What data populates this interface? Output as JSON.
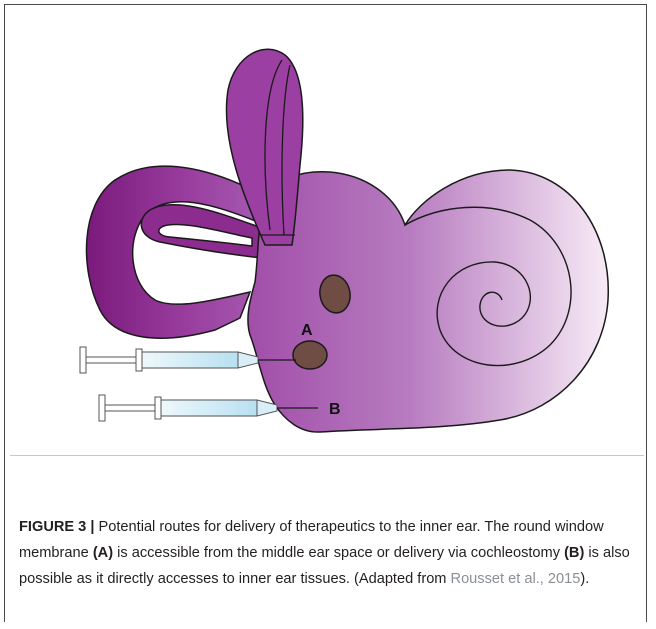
{
  "figure": {
    "labels": {
      "a": "A",
      "b": "B"
    },
    "colors": {
      "ear_dark": "#7d1f7f",
      "ear_mid": "#a454b0",
      "cochlea_light": "#f4e4f2",
      "window": "#6f4d45",
      "outline": "#1a1a1a",
      "syringe_fluid": "#c9e8f5"
    },
    "elements": [
      "semicircular-canals",
      "vestibule",
      "cochlea",
      "oval-window",
      "round-window-membrane",
      "syringe-round-window",
      "syringe-cochleostomy"
    ]
  },
  "caption": {
    "label": "FIGURE 3 |",
    "text_1": " Potential routes for delivery of therapeutics to the inner ear. The round window membrane ",
    "marker_a": "(A)",
    "text_2": " is accessible from the middle ear space or delivery via cochleostomy ",
    "marker_b": "(B)",
    "text_3": " is also possible as it directly accesses to inner ear tissues. (Adapted from ",
    "reference": "Rousset et al., 2015",
    "text_4": ")."
  }
}
